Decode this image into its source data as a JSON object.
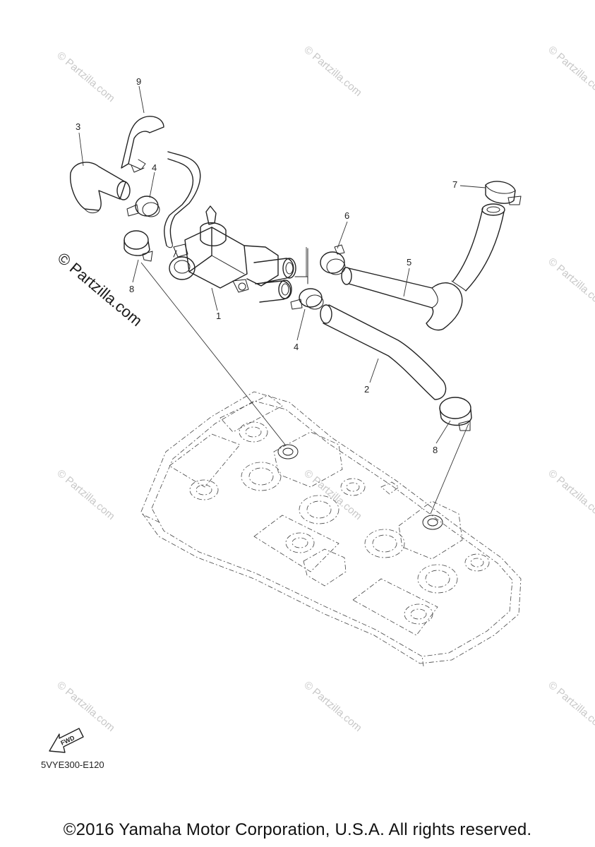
{
  "watermark": {
    "small_text": "© Partzilla.com",
    "large_text": "© Partzilla.com"
  },
  "callouts": [
    "1",
    "2",
    "3",
    "4",
    "4",
    "5",
    "6",
    "7",
    "8",
    "8",
    "9"
  ],
  "fwd_label": "FWD",
  "diagram_code": "5VYE300-E120",
  "copyright": "©2016 Yamaha Motor Corporation, U.S.A. All rights reserved."
}
